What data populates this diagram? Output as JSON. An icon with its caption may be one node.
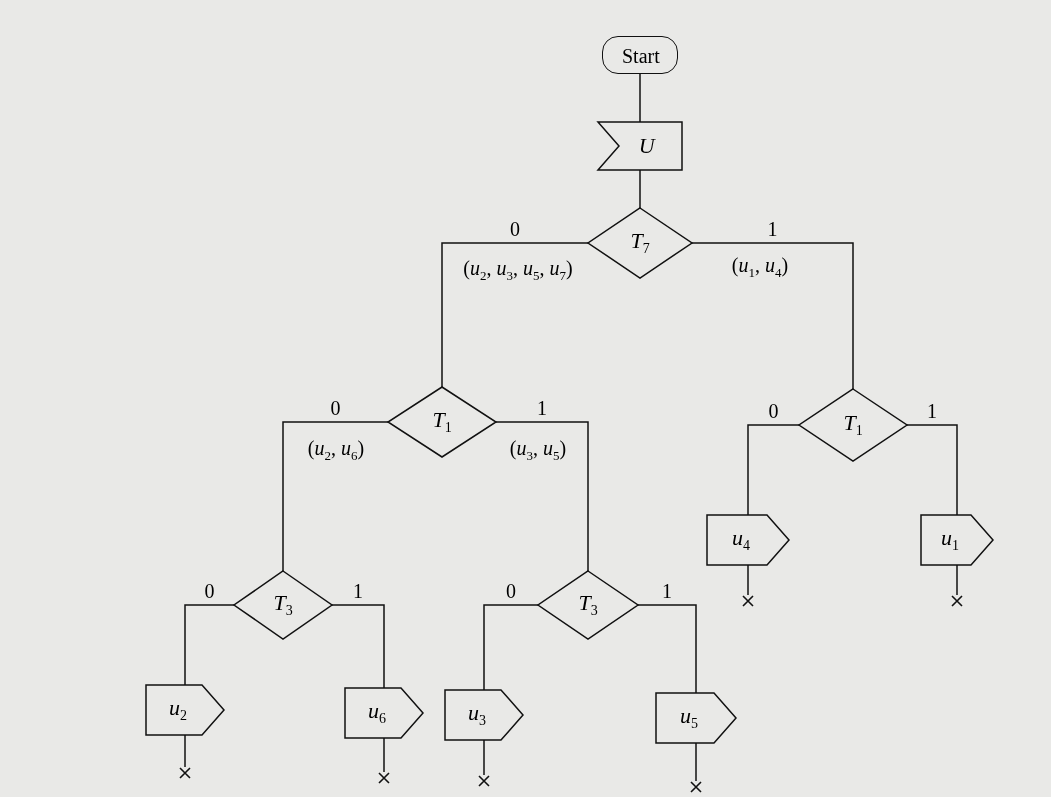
{
  "diagram": {
    "nodes": [
      {
        "text": [
          "Start"
        ]
      },
      {
        "text": [
          "U"
        ]
      },
      {
        "text": [
          "T$_{7}$"
        ]
      },
      {
        "text": [
          "T$_{1}$"
        ]
      },
      {
        "text": [
          "T$_{1}$"
        ]
      },
      {
        "text": [
          "T$_{3}$"
        ]
      },
      {
        "text": [
          "T$_{3}$"
        ]
      },
      {
        "text": [
          "u$_{4}$"
        ]
      },
      {
        "text": [
          "u$_{1}$"
        ]
      },
      {
        "text": [
          "u$_{2}$"
        ]
      },
      {
        "text": [
          "u$_{6}$"
        ]
      },
      {
        "text": [
          "u$_{3}$"
        ]
      },
      {
        "text": [
          "u$_{5}$"
        ]
      },
      {
        "text": [],
        "shape": "cross"
      },
      {
        "text": [],
        "shape": "cross"
      },
      {
        "text": [],
        "shape": "cross"
      },
      {
        "text": [],
        "shape": "cross"
      },
      {
        "text": [],
        "shape": "cross"
      },
      {
        "text": [],
        "shape": "cross"
      }
    ],
    "edges": [
      {
        "from": 0,
        "to": 1,
        "arrow": "none"
      },
      {
        "from": 1,
        "to": 2,
        "arrow": "none"
      },
      {
        "from": 2,
        "to": 3,
        "arrow": "none",
        "label": "0"
      },
      {
        "from": 2,
        "to": 4,
        "arrow": "none",
        "label": "1"
      },
      {
        "from": 3,
        "to": 5,
        "arrow": "none",
        "label": "0"
      },
      {
        "from": 3,
        "to": 6,
        "arrow": "none",
        "label": "1"
      },
      {
        "from": 4,
        "to": 7,
        "arrow": "none",
        "label": "0"
      },
      {
        "from": 4,
        "to": 8,
        "arrow": "none",
        "label": "1"
      },
      {
        "from": 5,
        "to": 9,
        "arrow": "none",
        "label": "0"
      },
      {
        "from": 5,
        "to": 10,
        "arrow": "none",
        "label": "1"
      },
      {
        "from": 6,
        "to": 11,
        "arrow": "none",
        "label": "0"
      },
      {
        "from": 6,
        "to": 12,
        "arrow": "none",
        "label": "1"
      },
      {
        "from": 9,
        "to": 13,
        "arrow": "none"
      },
      {
        "from": 10,
        "to": 14,
        "arrow": "none"
      },
      {
        "from": 11,
        "to": 15,
        "arrow": "none"
      },
      {
        "from": 12,
        "to": 16,
        "arrow": "none"
      },
      {
        "from": 7,
        "to": 17,
        "arrow": "none"
      },
      {
        "from": 8,
        "to": 18,
        "arrow": "none"
      }
    ],
    "labels": [
      "(*u*$_{2}$, *u*$_{3}$, *u*$_{5}$, *u*$_{7}$)",
      "(*u*$_{1}$, *u*$_{4}$)",
      "(*u*$_{2}$, *u*$_{6}$)",
      "(*u*$_{3}$, *u*$_{5}$)"
    ]
  }
}
